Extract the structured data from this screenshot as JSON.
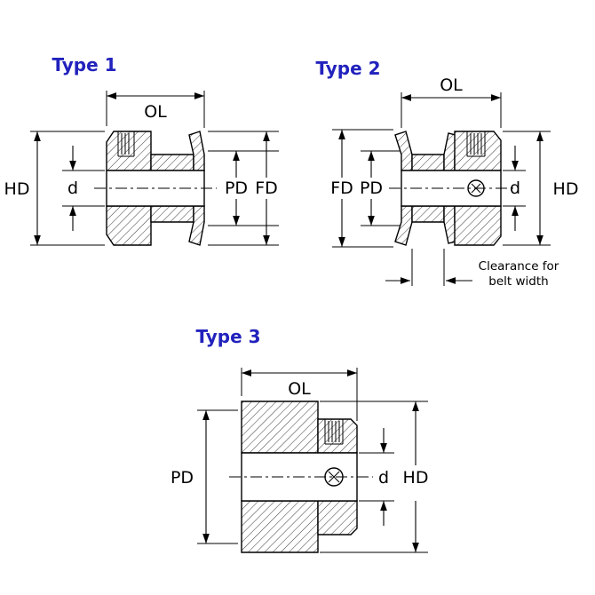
{
  "colors": {
    "title": "#2222bd"
  },
  "type1": {
    "title": "Type 1",
    "labels": {
      "ol": "OL",
      "hd": "HD",
      "d": "d",
      "pd": "PD",
      "fd": "FD"
    }
  },
  "type2": {
    "title": "Type 2",
    "labels": {
      "ol": "OL",
      "fd": "FD",
      "pd": "PD",
      "d": "d",
      "hd": "HD"
    },
    "note1": "Clearance for",
    "note2": "belt width"
  },
  "type3": {
    "title": "Type 3",
    "labels": {
      "ol": "OL",
      "pd": "PD",
      "d": "d",
      "hd": "HD"
    }
  }
}
